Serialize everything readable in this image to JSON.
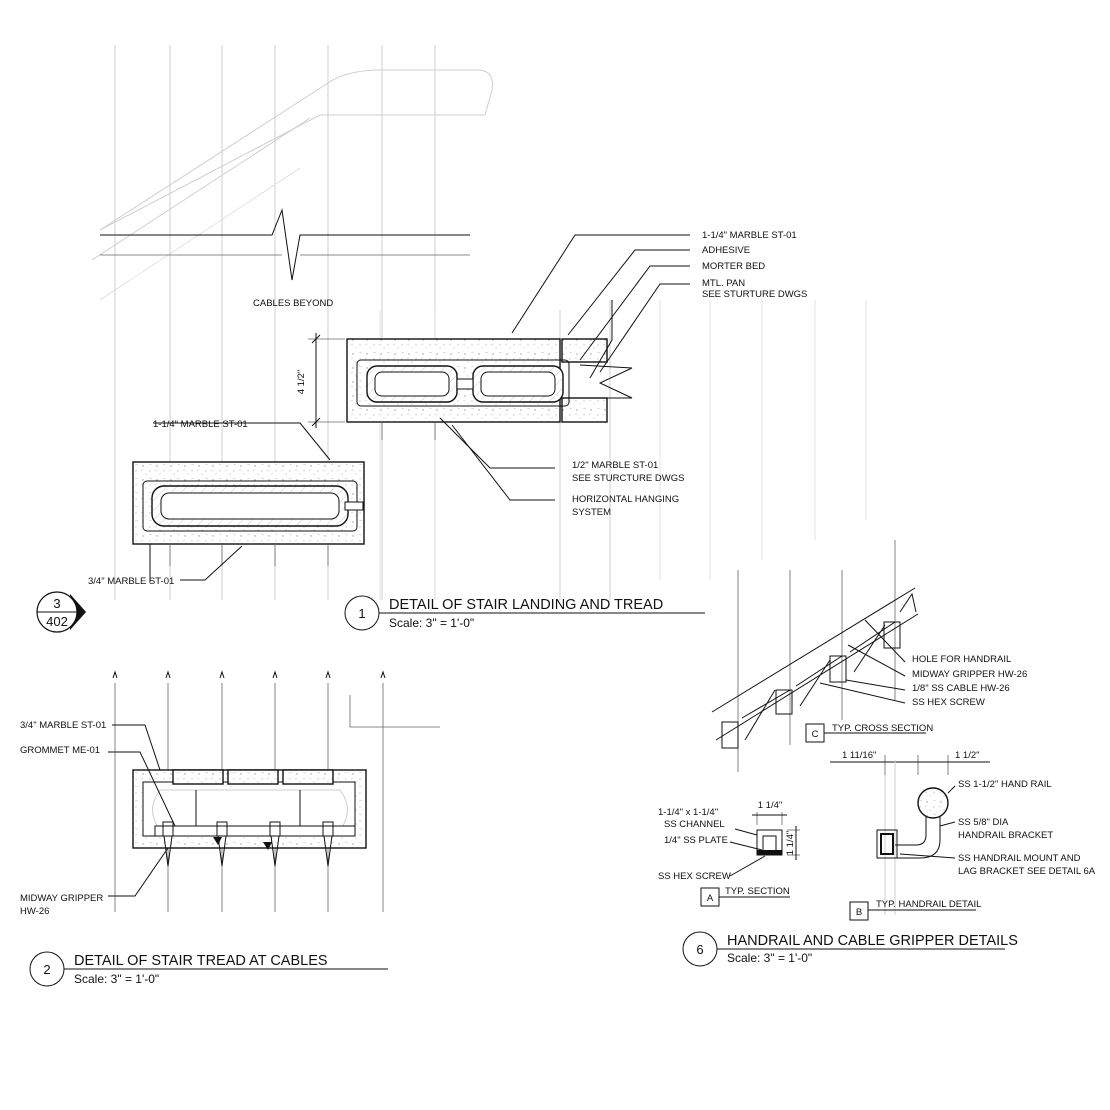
{
  "detail_1": {
    "number": "1",
    "title": "DETAIL OF STAIR LANDING AND TREAD",
    "scale": "Scale: 3\" = 1'-0\"",
    "cables_beyond": "CABLES BEYOND",
    "dimension": "4 1/2\"",
    "notes_top": [
      "1-1/4\" MARBLE ST-01",
      "ADHESIVE",
      "MORTER BED"
    ],
    "mtl_pan": [
      "MTL. PAN",
      "SEE STURTURE DWGS"
    ],
    "notes_bottom": [
      "1/2\" MARBLE ST-01",
      "SEE STURCTURE DWGS"
    ],
    "hanging": [
      "HORIZONTAL HANGING",
      "SYSTEM"
    ],
    "tread_top_note": "1-1/4\" MARBLE ST-01",
    "tread_bottom_note": "3/4\" MARBLE ST-01"
  },
  "section_ref": {
    "number": "3",
    "sheet": "402"
  },
  "detail_2": {
    "number": "2",
    "title": "DETAIL OF STAIR TREAD AT CABLES",
    "scale": "Scale: 3\" = 1'-0\"",
    "notes": [
      "3/4\" MARBLE ST-01",
      "GROMMET ME-01"
    ],
    "gripper": [
      "MIDWAY GRIPPER",
      "HW-26"
    ]
  },
  "detail_6": {
    "number": "6",
    "title": "HANDRAIL AND CABLE GRIPPER DETAILS",
    "scale": "Scale: 3\" = 1'-0\"",
    "sub_c": {
      "key": "C",
      "label": "TYP. CROSS SECTION",
      "notes": [
        "HOLE FOR HANDRAIL",
        "MIDWAY GRIPPER HW-26",
        "1/8\" SS CABLE HW-26",
        "SS HEX SCREW"
      ]
    },
    "sub_a": {
      "key": "A",
      "label": "TYP. SECTION",
      "notes": [
        "1-1/4\" x 1-1/4\"",
        "SS CHANNEL",
        "1/4\" SS PLATE",
        "SS HEX SCREW"
      ],
      "dim_w": "1 1/4\"",
      "dim_h": "1 1/4\""
    },
    "sub_b": {
      "key": "B",
      "label": "TYP. HANDRAIL DETAIL",
      "dim_left": "1  11/16\"",
      "dim_right": "1 1/2\"",
      "notes": [
        "SS 1-1/2\" HAND RAIL",
        "SS 5/8\" DIA",
        "HANDRAIL BRACKET",
        "SS HANDRAIL MOUNT AND",
        "LAG BRACKET SEE DETAIL 6A"
      ]
    }
  }
}
